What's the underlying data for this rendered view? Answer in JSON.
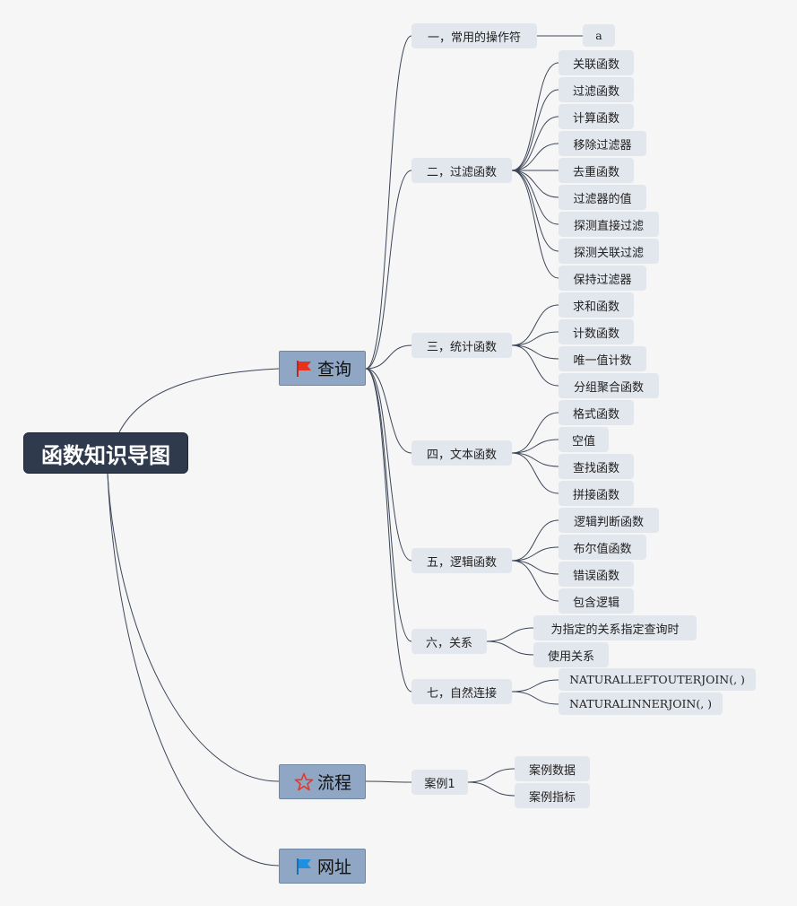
{
  "root": {
    "label": "函数知识导图"
  },
  "main_topics": [
    {
      "label": "查询",
      "icon": "red-flag-icon"
    },
    {
      "label": "流程",
      "icon": "red-star-outline-icon"
    },
    {
      "label": "网址",
      "icon": "blue-flag-icon"
    }
  ],
  "query": {
    "sections": [
      {
        "label": "一，常用的操作符",
        "children": [
          "a"
        ]
      },
      {
        "label": "二，过滤函数",
        "children": [
          "关联函数",
          "过滤函数",
          "计算函数",
          "移除过滤器",
          "去重函数",
          "过滤器的值",
          "探测直接过滤",
          "探测关联过滤",
          "保持过滤器"
        ]
      },
      {
        "label": "三，统计函数",
        "children": [
          "求和函数",
          "计数函数",
          "唯一值计数",
          "分组聚合函数"
        ]
      },
      {
        "label": "四，文本函数",
        "children": [
          "格式函数",
          "空值",
          "查找函数",
          "拼接函数"
        ]
      },
      {
        "label": "五，逻辑函数",
        "children": [
          "逻辑判断函数",
          "布尔值函数",
          "错误函数",
          "包含逻辑"
        ]
      },
      {
        "label": "六，关系",
        "children": [
          "为指定的关系指定查询时",
          "使用关系"
        ]
      },
      {
        "label": "七，自然连接",
        "children": [
          "NATURALLEFTOUTERJOIN(, )",
          "NATURALINNERJOIN(, )"
        ]
      }
    ]
  },
  "process": {
    "sections": [
      {
        "label": "案例1",
        "children": [
          "案例数据",
          "案例指标"
        ]
      }
    ]
  },
  "colors": {
    "background": "#f6f6f6",
    "root": "#2f3b4d",
    "main_topic": "#8fa6c4",
    "sub_topic": "#e2e6ed",
    "line": "#3c4658",
    "flag_red": "#e8321e",
    "flag_blue": "#1f8fe0",
    "star_red": "#e23a2a"
  }
}
